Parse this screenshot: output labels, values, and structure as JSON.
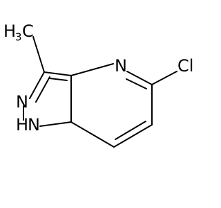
{
  "molecule": {
    "atoms": {
      "methyl_h": "H",
      "methyl_h_count": "3",
      "methyl_c": "C",
      "chlorine": "Cl",
      "pyridine_n": "N",
      "pyrazole_n": "N",
      "pyrazole_nh": "NH",
      "nh_h": "H"
    }
  }
}
